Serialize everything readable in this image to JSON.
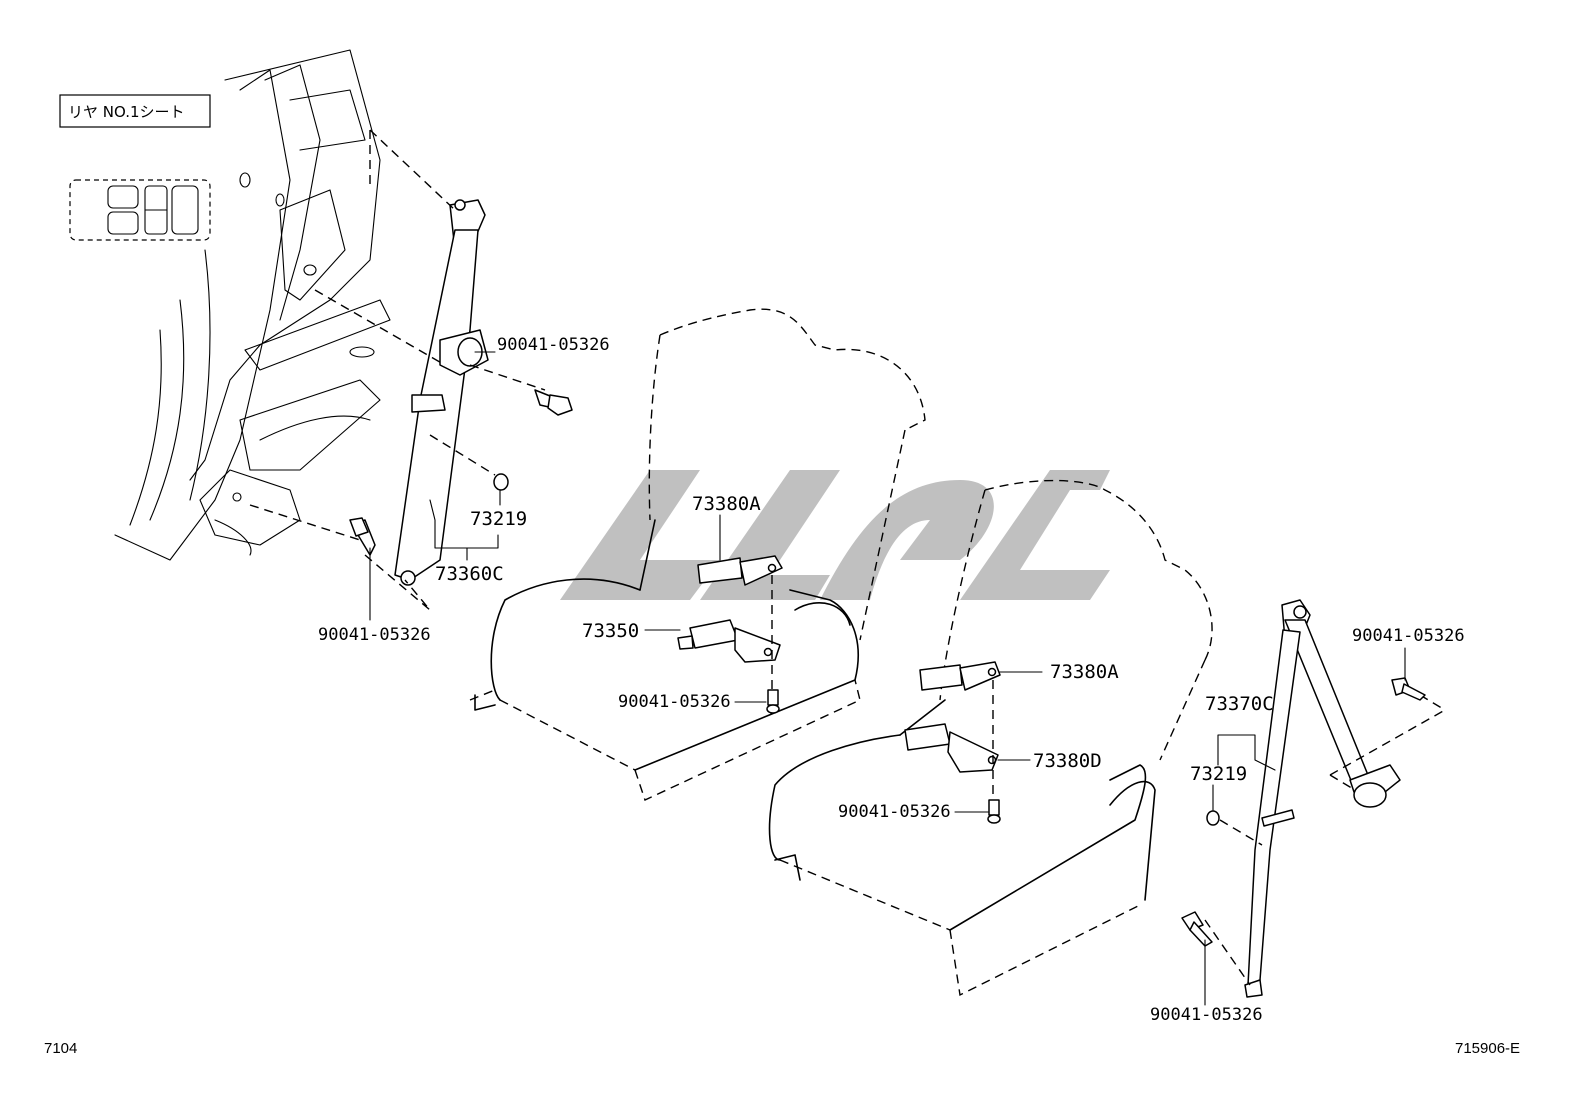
{
  "view_label": "リヤ NO.1シート",
  "corner_left": "7104",
  "corner_right": "715906-E",
  "callouts": {
    "bolt_rear_upper": "90041-05326",
    "washer_left": "73219",
    "belt_left": "73360C",
    "bolt_left_lower": "90041-05326",
    "buckle_center_top": "73380A",
    "buckle_center_lower": "73350",
    "bolt_center": "90041-05326",
    "buckle_right_top": "73380A",
    "buckle_right_lower": "73380D",
    "bolt_right_center": "90041-05326",
    "bolt_far_right": "90041-05326",
    "belt_right": "73370C",
    "washer_right": "73219",
    "bolt_right_lower": "90041-05326"
  }
}
